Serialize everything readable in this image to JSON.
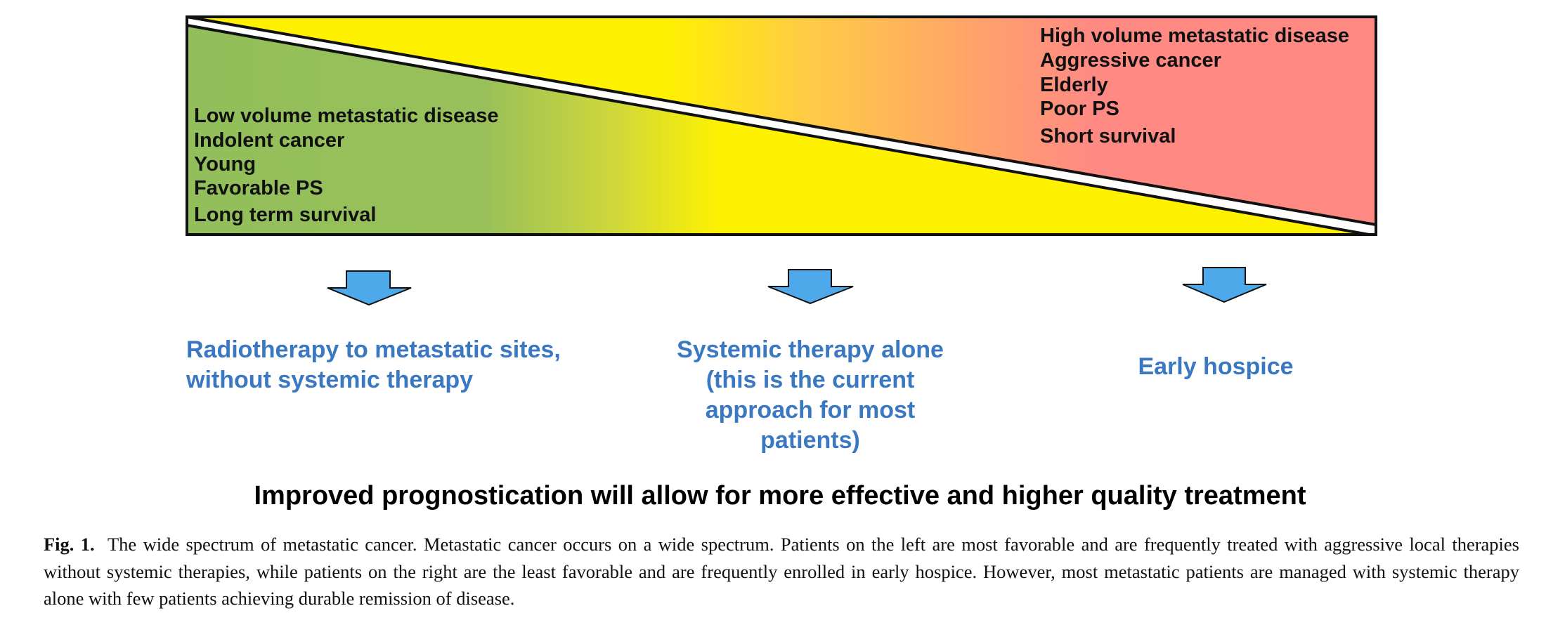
{
  "spectrum": {
    "left_factors": [
      "Low volume metastatic disease",
      "Indolent cancer",
      "Young",
      "Favorable PS",
      "Long term survival"
    ],
    "right_factors": [
      "High volume metastatic disease",
      "Aggressive cancer",
      "Elderly",
      "Poor PS",
      "Short survival"
    ],
    "colors": {
      "green": "#92bf5b",
      "yellow": "#fff200",
      "red": "#ff8a84",
      "arrow": "#4da9e9"
    }
  },
  "treatments": {
    "left": [
      "Radiotherapy to metastatic sites,",
      "without systemic therapy"
    ],
    "middle": [
      "Systemic therapy alone",
      "(this is the current",
      "approach for most",
      "patients)"
    ],
    "right": [
      "Early hospice"
    ]
  },
  "headline": "Improved prognostication will allow for more effective and higher quality treatment",
  "caption": {
    "label": "Fig. 1.",
    "text": "The wide spectrum of metastatic cancer. Metastatic cancer occurs on a wide spectrum. Patients on the left are most favorable and are frequently treated with aggressive local therapies without systemic therapies, while patients on the right are the least favorable and are frequently enrolled in early hospice. However, most metastatic patients are managed with systemic therapy alone with few patients achieving durable remission of disease."
  }
}
